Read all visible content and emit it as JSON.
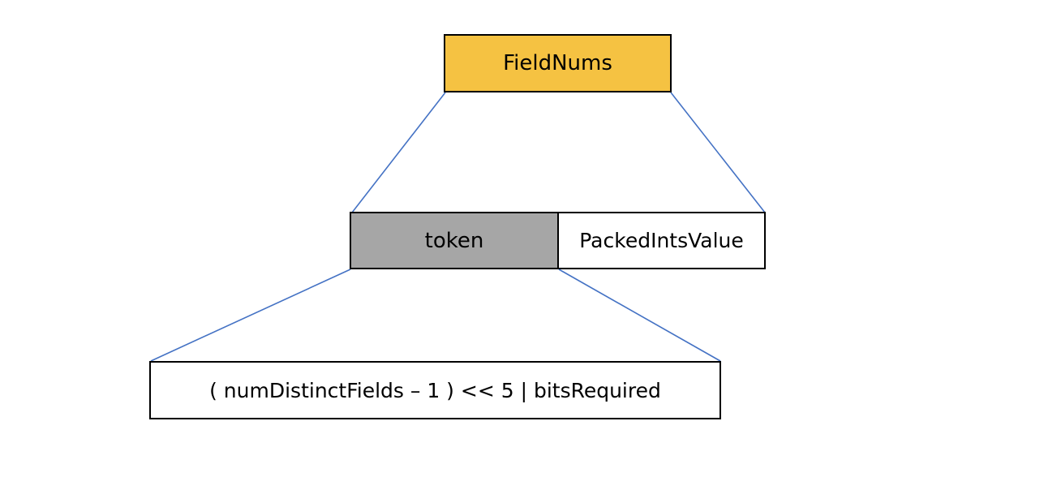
{
  "diagram": {
    "fieldnums": {
      "label": "FieldNums",
      "fill": "#F5C242"
    },
    "token": {
      "label": "token",
      "fill": "#A6A6A6"
    },
    "packed_ints_value": {
      "label": "PackedIntsValue",
      "fill": "#FFFFFF"
    },
    "token_formula": {
      "label": "( numDistinctFields – 1 ) << 5 | bitsRequired",
      "fill": "#FFFFFF"
    },
    "connector_color": "#4472C4",
    "border_color": "#000000"
  }
}
